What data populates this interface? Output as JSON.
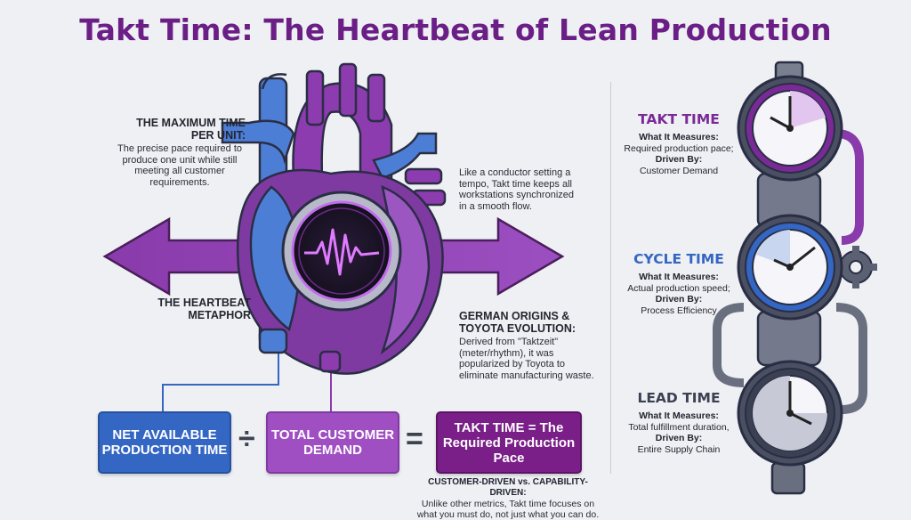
{
  "title": "Takt Time: The Heartbeat of Lean Production",
  "left_notes": {
    "max_time": {
      "heading": "THE MAXIMUM TIME PER UNIT:",
      "body": "The precise pace required to produce one unit while still meeting all customer requirements."
    },
    "conductor": "Like a conductor setting a tempo, Takt time keeps all workstations synchronized in a smooth flow.",
    "heartbeat": "THE HEARTBEAT METAPHOR",
    "origins": {
      "heading": "GERMAN ORIGINS & TOYOTA EVOLUTION:",
      "body": "Derived from \"Taktzeit\" (meter/rhythm), it was popularized by Toyota to eliminate manufacturing waste."
    }
  },
  "formula": {
    "net": "NET AVAILABLE PRODUCTION TIME",
    "divide": "÷",
    "demand": "TOTAL CUSTOMER DEMAND",
    "equals": "=",
    "result": "TAKT TIME = The Required Production Pace"
  },
  "footer": {
    "heading": "CUSTOMER-DRIVEN vs. CAPABILITY-DRIVEN:",
    "body": "Unlike other metrics, Takt time focuses on what you must do, not just what you can do."
  },
  "metrics": [
    {
      "name": "TAKT TIME",
      "measures_label": "What It Measures:",
      "measures": "Required production pace;",
      "driven_label": "Driven By:",
      "driven": "Customer Demand",
      "color": "#7a2a97"
    },
    {
      "name": "CYCLE TIME",
      "measures_label": "What It Measures:",
      "measures": "Actual production speed;",
      "driven_label": "Driven By:",
      "driven": "Process Efficiency",
      "color": "#3466c4"
    },
    {
      "name": "LEAD TIME",
      "measures_label": "What It Measures:",
      "measures": "Total fulfillment duration,",
      "driven_label": "Driven By:",
      "driven": "Entire Supply Chain",
      "color": "#3b4052"
    }
  ],
  "colors": {
    "purple": "#7a2a97",
    "blue": "#3466c4",
    "dark": "#3b4052",
    "title": "#6b1f86"
  }
}
